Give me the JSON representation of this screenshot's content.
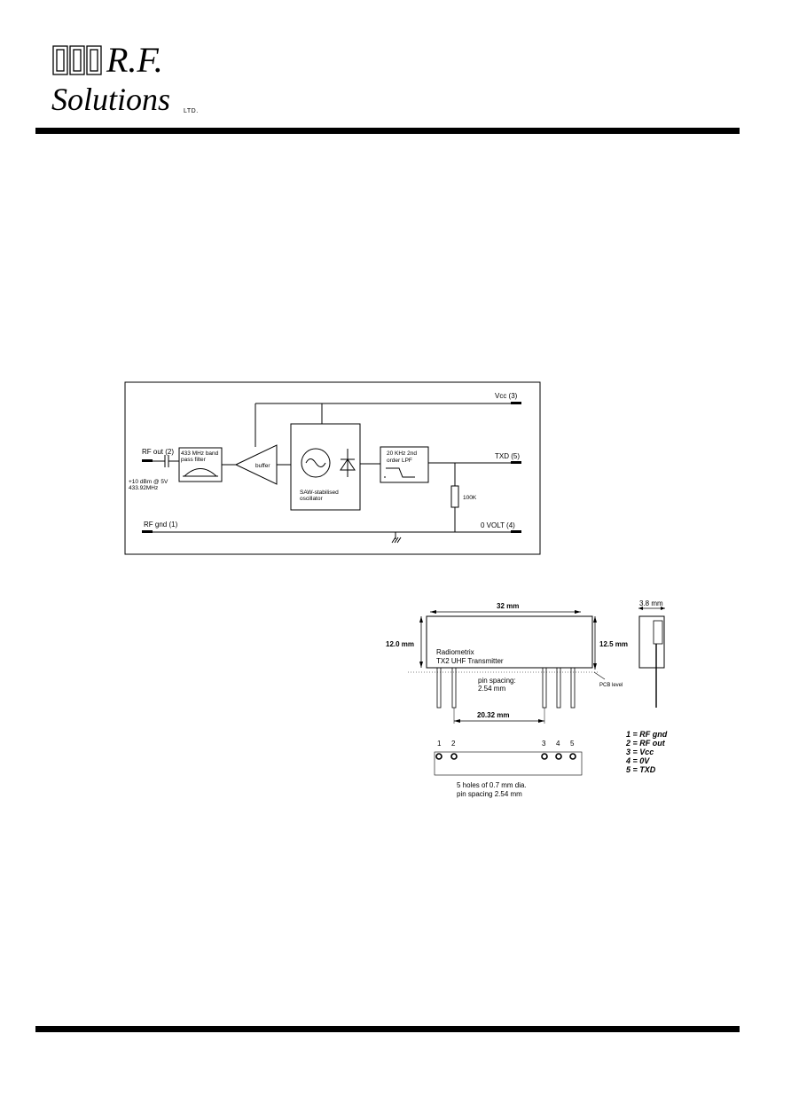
{
  "logo": {
    "line1": "R.F.",
    "line2": "Solutions",
    "suffix": "LTD."
  },
  "block_diagram": {
    "vcc": "Vcc  (3)",
    "txd": "TXD  (5)",
    "zero_volt": "0 VOLT  (4)",
    "rf_gnd": "RF gnd  (1)",
    "rf_out": "RF out (2)",
    "power_line1": "+10 dBm  @ 5V",
    "power_line2": "433.92MHz",
    "bpf_line1": "433 MHz band",
    "bpf_line2": "pass filter",
    "buffer": "buffer",
    "osc_line1": "SAW-stabilised",
    "osc_line2": "oscillator",
    "lpf_line1": "20 KHz 2nd",
    "lpf_line2": "order LPF",
    "resistor": "100K"
  },
  "mechanical": {
    "width": "32 mm",
    "depth": "3.8 mm",
    "height_left": "12.0 mm",
    "height_right": "12.5 mm",
    "brand": "Radiometrix",
    "model": "TX2 UHF Transmitter",
    "pin_spacing_line1": "pin spacing:",
    "pin_spacing_line2": "2.54 mm",
    "pcb_level": "PCB level",
    "span": "20.32 mm",
    "footprint_line1": "5 holes of 0.7 mm dia.",
    "footprint_line2": "pin spacing 2.54 mm",
    "pin_numbers": [
      "1",
      "2",
      "3",
      "4",
      "5"
    ],
    "legend": [
      "1 = RF gnd",
      "2 = RF out",
      "3 = Vcc",
      "4 = 0V",
      "5 = TXD"
    ]
  }
}
